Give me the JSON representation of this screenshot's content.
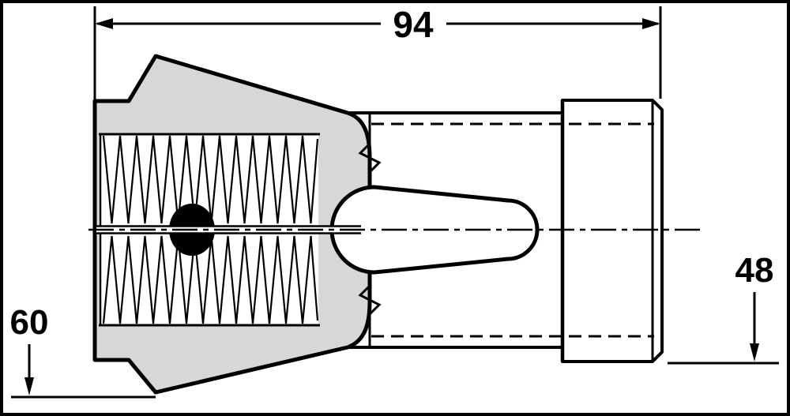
{
  "diagram": {
    "type": "technical-drawing",
    "subject": "collet",
    "dimensions": {
      "overall_length": "94",
      "front_diameter": "60",
      "shank_diameter": "48"
    },
    "colors": {
      "section_fill": "#d7d7d7",
      "line": "#000000",
      "background": "#ffffff"
    }
  }
}
